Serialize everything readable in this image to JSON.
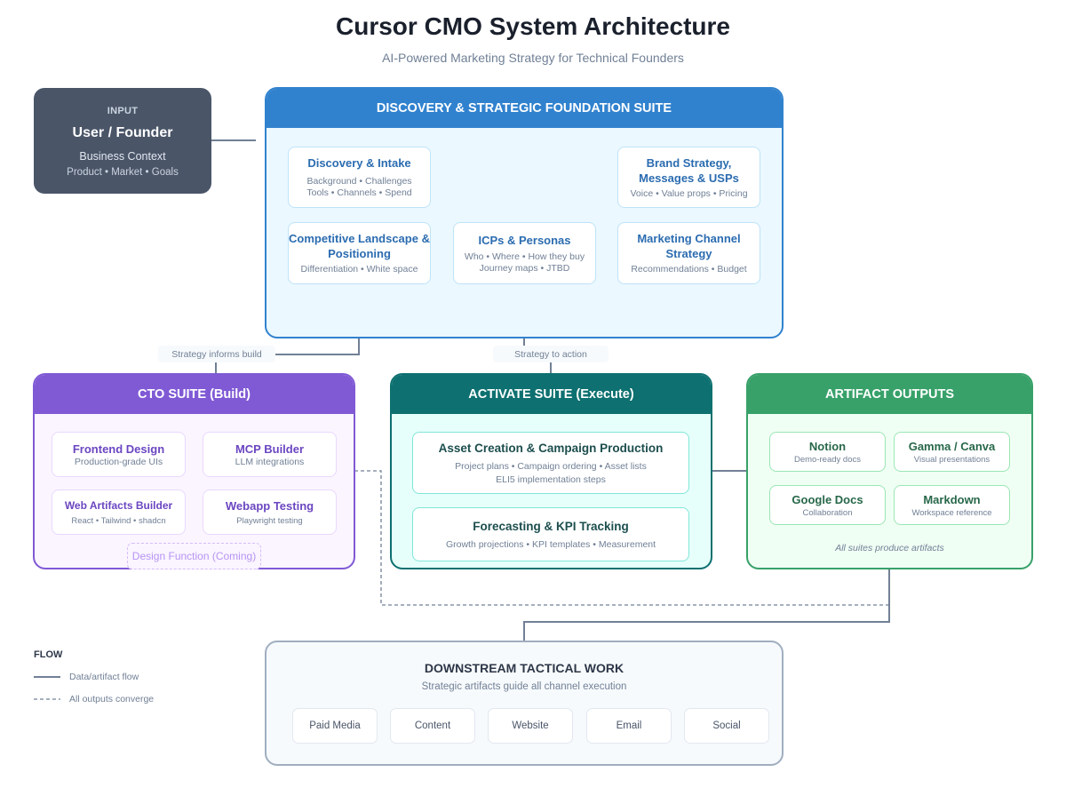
{
  "title": "Cursor CMO System Architecture",
  "subtitle": "AI-Powered Marketing Strategy for Technical Founders",
  "input": {
    "kicker": "INPUT",
    "title": "User / Founder",
    "line1": "Business Context",
    "line2": "Product • Market • Goals"
  },
  "discovery": {
    "header": "DISCOVERY & STRATEGIC FOUNDATION SUITE",
    "color": "#3182ce",
    "cards": [
      {
        "title": "Discovery & Intake",
        "sub": "Background • Challenges",
        "sub2": "Tools • Channels • Spend"
      },
      {
        "title": "Brand Strategy, Messages & USPs",
        "sub": "Voice • Value props • Pricing"
      },
      {
        "title": "Competitive Landscape & Positioning",
        "sub": "Differentiation • White space"
      },
      {
        "title": "ICPs & Personas",
        "sub": "Who • Where • How they buy",
        "sub2": "Journey maps • JTBD"
      },
      {
        "title": "Marketing Channel Strategy",
        "sub": "Recommendations • Budget"
      }
    ]
  },
  "labels": {
    "informs_build": "Strategy informs build",
    "to_action": "Strategy to action"
  },
  "cto": {
    "header": "CTO SUITE (Build)",
    "color": "#805ad5",
    "cards": [
      {
        "title": "Frontend Design",
        "sub": "Production-grade UIs"
      },
      {
        "title": "MCP Builder",
        "sub": "LLM integrations"
      },
      {
        "title": "Web Artifacts Builder",
        "sub": "React • Tailwind • shadcn"
      },
      {
        "title": "Webapp Testing",
        "sub": "Playwright testing"
      }
    ],
    "coming": "Design Function (Coming)"
  },
  "activate": {
    "header": "ACTIVATE SUITE (Execute)",
    "color": "#0e7070",
    "cards": [
      {
        "title": "Asset Creation & Campaign Production",
        "sub": "Project plans • Campaign ordering • Asset lists",
        "sub2": "ELI5 implementation steps"
      },
      {
        "title": "Forecasting & KPI Tracking",
        "sub": "Growth projections • KPI templates • Measurement"
      }
    ]
  },
  "artifacts": {
    "header": "ARTIFACT OUTPUTS",
    "color": "#38a169",
    "cards": [
      {
        "title": "Notion",
        "sub": "Demo-ready docs"
      },
      {
        "title": "Gamma / Canva",
        "sub": "Visual presentations"
      },
      {
        "title": "Google Docs",
        "sub": "Collaboration"
      },
      {
        "title": "Markdown",
        "sub": "Workspace reference"
      }
    ],
    "note": "All suites produce artifacts"
  },
  "downstream": {
    "title": "DOWNSTREAM TACTICAL WORK",
    "subtitle": "Strategic artifacts guide all channel execution",
    "channels": [
      "Paid Media",
      "Content",
      "Website",
      "Email",
      "Social"
    ]
  },
  "legend": {
    "title": "FLOW",
    "solid": "Data/artifact flow",
    "dashed": "All outputs converge"
  }
}
